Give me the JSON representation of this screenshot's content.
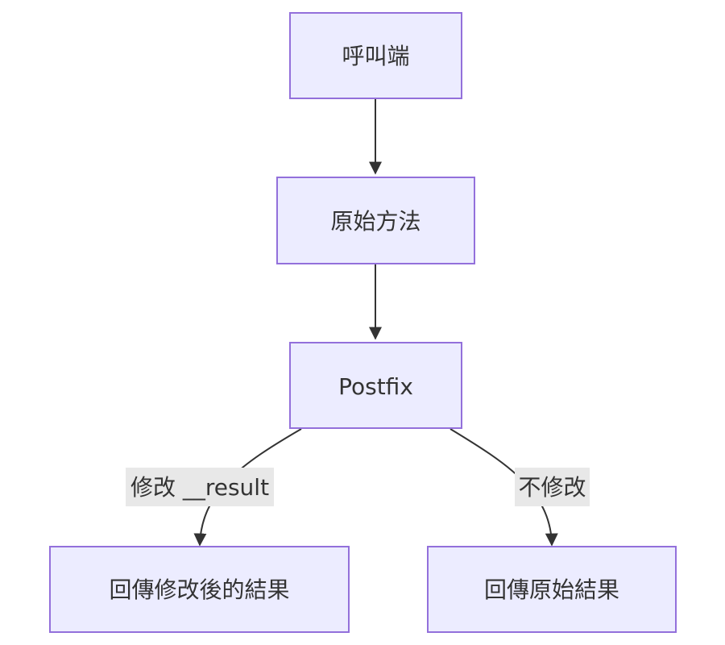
{
  "diagram": {
    "nodes": {
      "caller": {
        "label": "呼叫端"
      },
      "original_method": {
        "label": "原始方法"
      },
      "postfix": {
        "label": "Postfix"
      },
      "return_modified": {
        "label": "回傳修改後的結果"
      },
      "return_original": {
        "label": "回傳原始結果"
      }
    },
    "edges": {
      "postfix_to_modified": {
        "label": "修改 __result"
      },
      "postfix_to_original": {
        "label": "不修改"
      }
    },
    "colors": {
      "node_fill": "#ECECFF",
      "node_border": "#9370DB",
      "edge": "#333333",
      "edge_label_bg": "#E8E8E8",
      "text": "#333333"
    }
  }
}
